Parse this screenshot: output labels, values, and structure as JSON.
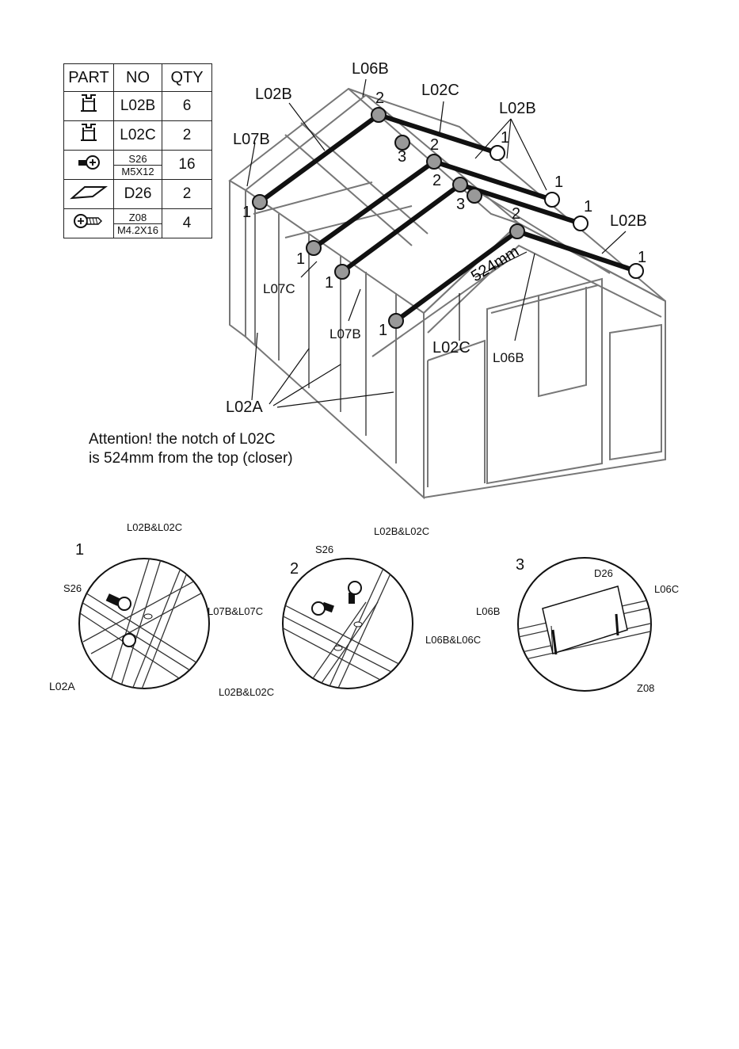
{
  "parts_table": {
    "headers": [
      "PART",
      "NO",
      "QTY"
    ],
    "rows": [
      {
        "icon": "profile-bar-icon",
        "no": "L02B",
        "qty": "6"
      },
      {
        "icon": "profile-bar-icon",
        "no": "L02C",
        "qty": "2"
      },
      {
        "icon": "bolt-icon",
        "no": "S26",
        "no2": "M5X12",
        "qty": "16"
      },
      {
        "icon": "bracket-icon",
        "no": "D26",
        "qty": "2"
      },
      {
        "icon": "screw-icon",
        "no": "Z08",
        "no2": "M4.2X16",
        "qty": "4"
      }
    ]
  },
  "main_labels": {
    "l06b_top": "L06B",
    "l02b_left": "L02B",
    "l02c_top": "L02C",
    "l02b_right": "L02B",
    "l07b_left": "L07B",
    "l02b_far_right": "L02B",
    "l07c": "L07C",
    "l07b_bottom": "L07B",
    "l02c_bottom": "L02C",
    "l06b_bottom": "L06B",
    "l02a": "L02A",
    "dimension": "524mm"
  },
  "numbers": {
    "n1": "1",
    "n2": "2",
    "n3": "3"
  },
  "attention": {
    "line1": "Attention! the notch of L02C",
    "line2": "is 524mm from the top (closer)"
  },
  "detail1": {
    "number": "1",
    "label_top": "L02B&L02C",
    "label_bolt": "S26",
    "label_right": "L07B&L07C",
    "label_bottom": "L02A"
  },
  "detail2": {
    "number": "2",
    "label_top": "L02B&L02C",
    "label_bolt": "S26",
    "label_right": "L06B&L06C",
    "label_bottom": "L02B&L02C"
  },
  "detail3": {
    "number": "3",
    "label_top": "D26",
    "label_right": "L06C",
    "label_left": "L06B",
    "label_bottom": "Z08"
  }
}
